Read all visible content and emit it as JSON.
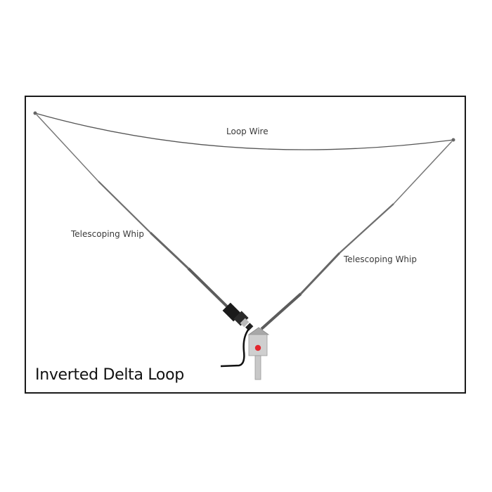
{
  "diagram": {
    "title": "Inverted Delta Loop",
    "labels": {
      "loop_wire": "Loop Wire",
      "whip_left": "Telescoping Whip",
      "whip_right": "Telescoping Whip"
    },
    "colors": {
      "frame": "#1a1a1a",
      "whip": "#6b6b6b",
      "whip_dark": "#3d3d3d",
      "wire": "#555555",
      "mount": "#c8c8c8",
      "indicator": "#e3262d",
      "coax": "#111111"
    },
    "icons": {
      "mount": "ground-stake-icon",
      "connector": "coax-connector-icon",
      "indicator": "red-dot-icon"
    }
  }
}
